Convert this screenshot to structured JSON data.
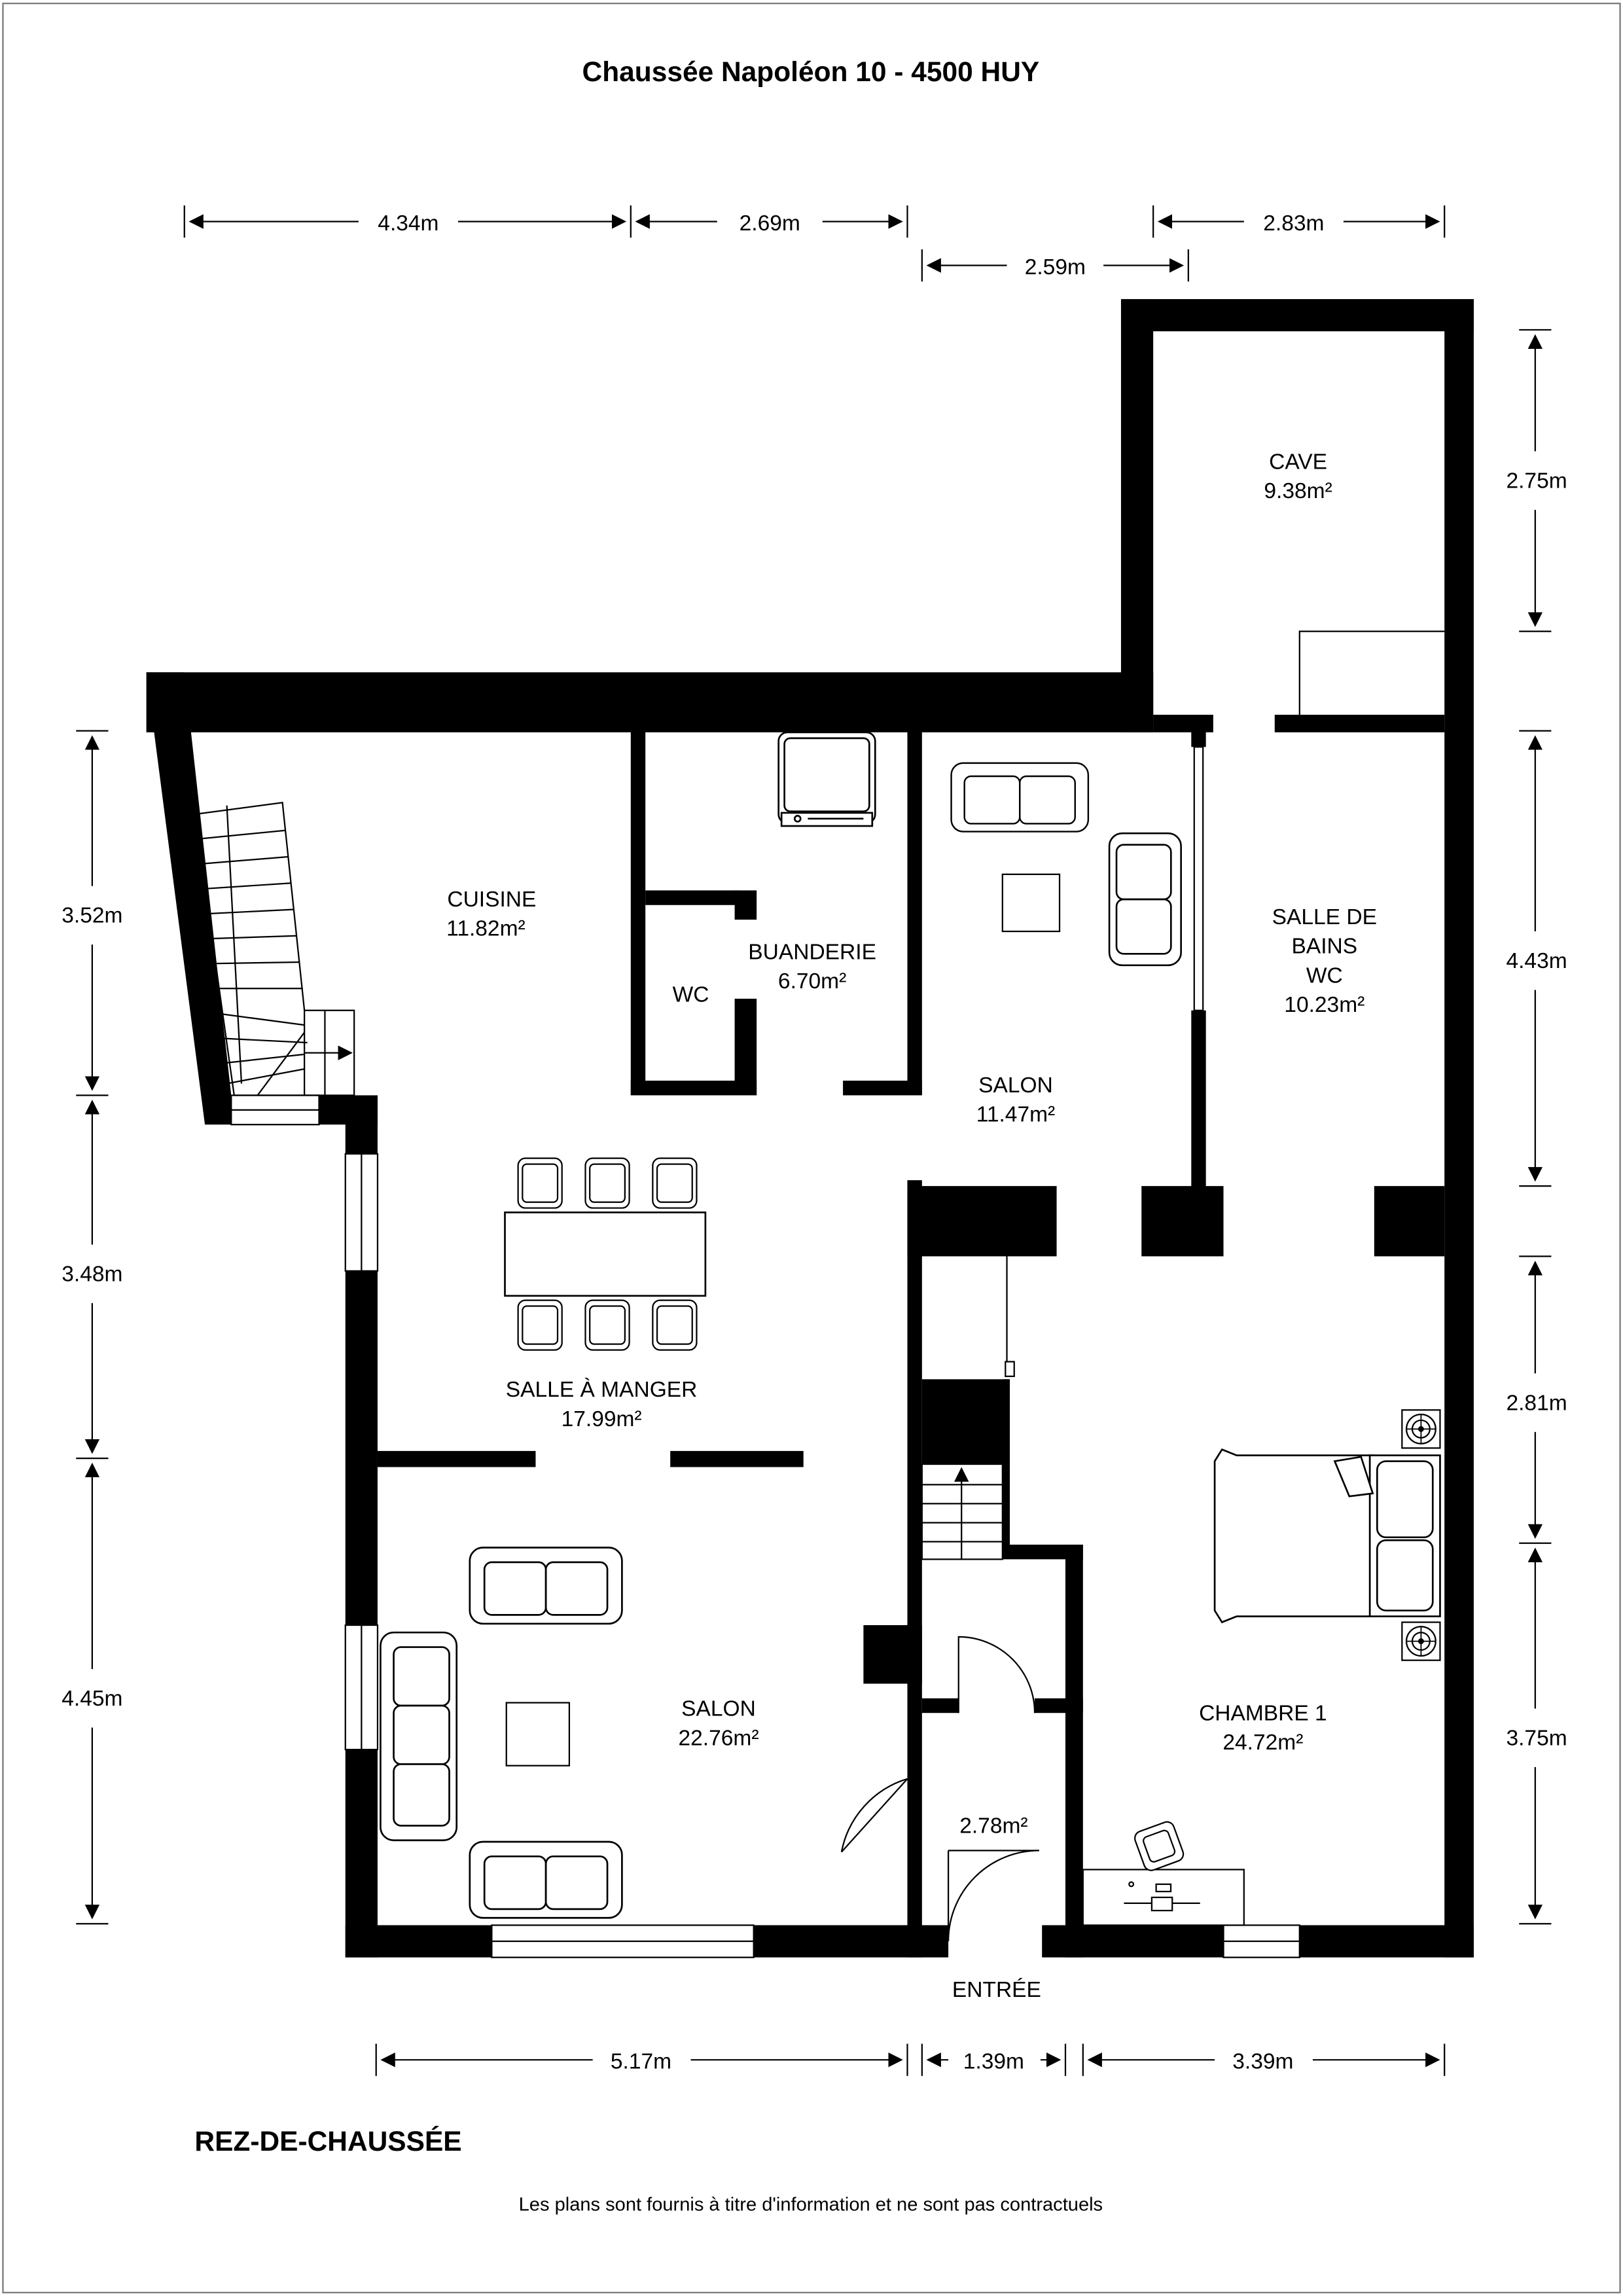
{
  "title": "Chaussée Napoléon 10 - 4500 HUY",
  "floor_label": "REZ-DE-CHAUSSÉE",
  "disclaimer": "Les plans sont fournis à titre d'information et ne sont pas contractuels",
  "entrance_label": "ENTRÉE",
  "rooms": {
    "cave": {
      "name": "CAVE",
      "area": "9.38m²"
    },
    "cuisine": {
      "name": "CUISINE",
      "area": "11.82m²"
    },
    "buanderie": {
      "name": "BUANDERIE",
      "area": "6.70m²"
    },
    "wc": {
      "name": "WC"
    },
    "salon_small": {
      "name": "SALON",
      "area": "11.47m²"
    },
    "sdb": {
      "line1": "SALLE DE",
      "line2": "BAINS",
      "line3": "WC",
      "area": "10.23m²"
    },
    "salle_a_manger": {
      "name": "SALLE À MANGER",
      "area": "17.99m²"
    },
    "salon_large": {
      "name": "SALON",
      "area": "22.76m²"
    },
    "hall": {
      "area": "2.78m²"
    },
    "chambre": {
      "name": "CHAMBRE 1",
      "area": "24.72m²"
    }
  },
  "dimensions": {
    "top_left": "4.34m",
    "top_mid": "2.69m",
    "top_mid2": "2.59m",
    "top_right": "2.83m",
    "left_1": "3.52m",
    "left_2": "3.48m",
    "left_3": "4.45m",
    "right_1": "2.75m",
    "right_2": "4.43m",
    "right_3": "2.81m",
    "right_4": "3.75m",
    "bottom_left": "5.17m",
    "bottom_mid": "1.39m",
    "bottom_right": "3.39m"
  }
}
